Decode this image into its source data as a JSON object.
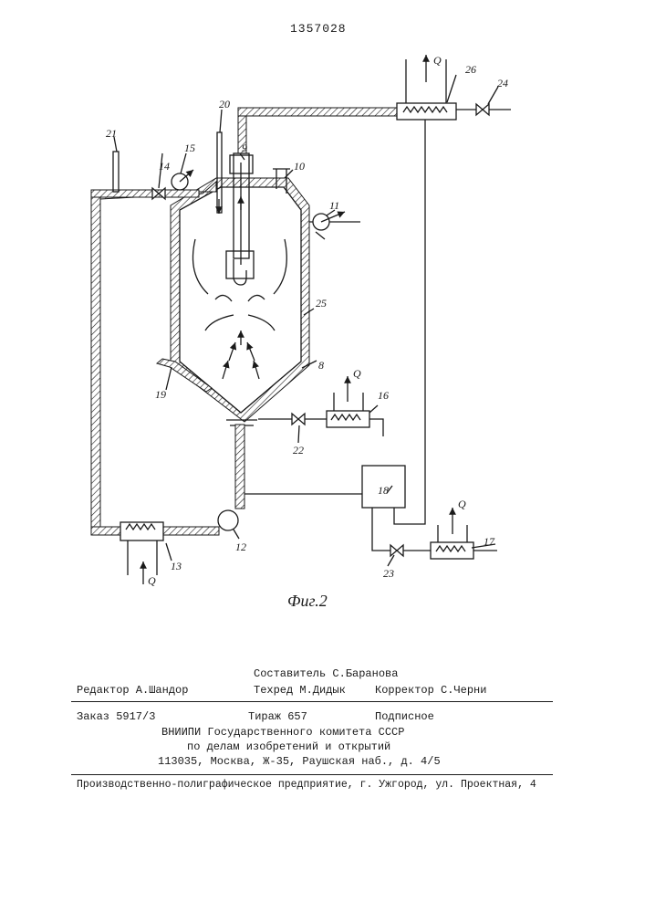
{
  "header": {
    "patent_number": "1357028"
  },
  "figure": {
    "caption": "Фиг.2",
    "heat_label": "Q",
    "component_numbers": [
      "8",
      "9",
      "10",
      "11",
      "12",
      "13",
      "14",
      "15",
      "16",
      "17",
      "18",
      "19",
      "20",
      "21",
      "22",
      "23",
      "24",
      "25",
      "26"
    ]
  },
  "imprint": {
    "compiler": "Составитель С.Баранова",
    "editor": "Редактор А.Шандор",
    "tech_editor": "Техред М.Дидык",
    "proofreader": "Корректор С.Черни",
    "order": "Заказ 5917/3",
    "circulation": "Тираж 657",
    "subscription": "Подписное",
    "publisher_line1": "ВНИИПИ Государственного комитета СССР",
    "publisher_line2": "по делам изобретений и открытий",
    "address": "113035, Москва, Ж-35, Раушская наб., д. 4/5",
    "printer": "Производственно-полиграфическое предприятие, г. Ужгород, ул. Проектная, 4"
  }
}
